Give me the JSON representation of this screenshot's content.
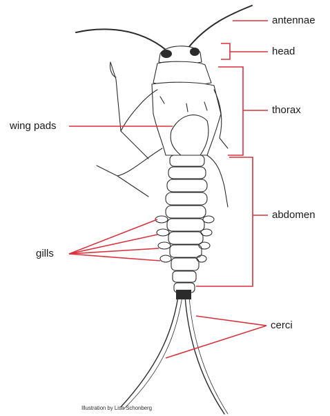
{
  "diagram": {
    "colors": {
      "leader": "#d9303c",
      "ink": "#2b2b2b"
    },
    "labels": {
      "antennae": "antennae",
      "head": "head",
      "thorax": "thorax",
      "wing_pads": "wing pads",
      "abdomen": "abdomen",
      "gills": "gills",
      "cerci": "cerci"
    },
    "credit": "Illustration by Lisa Schonberg"
  }
}
